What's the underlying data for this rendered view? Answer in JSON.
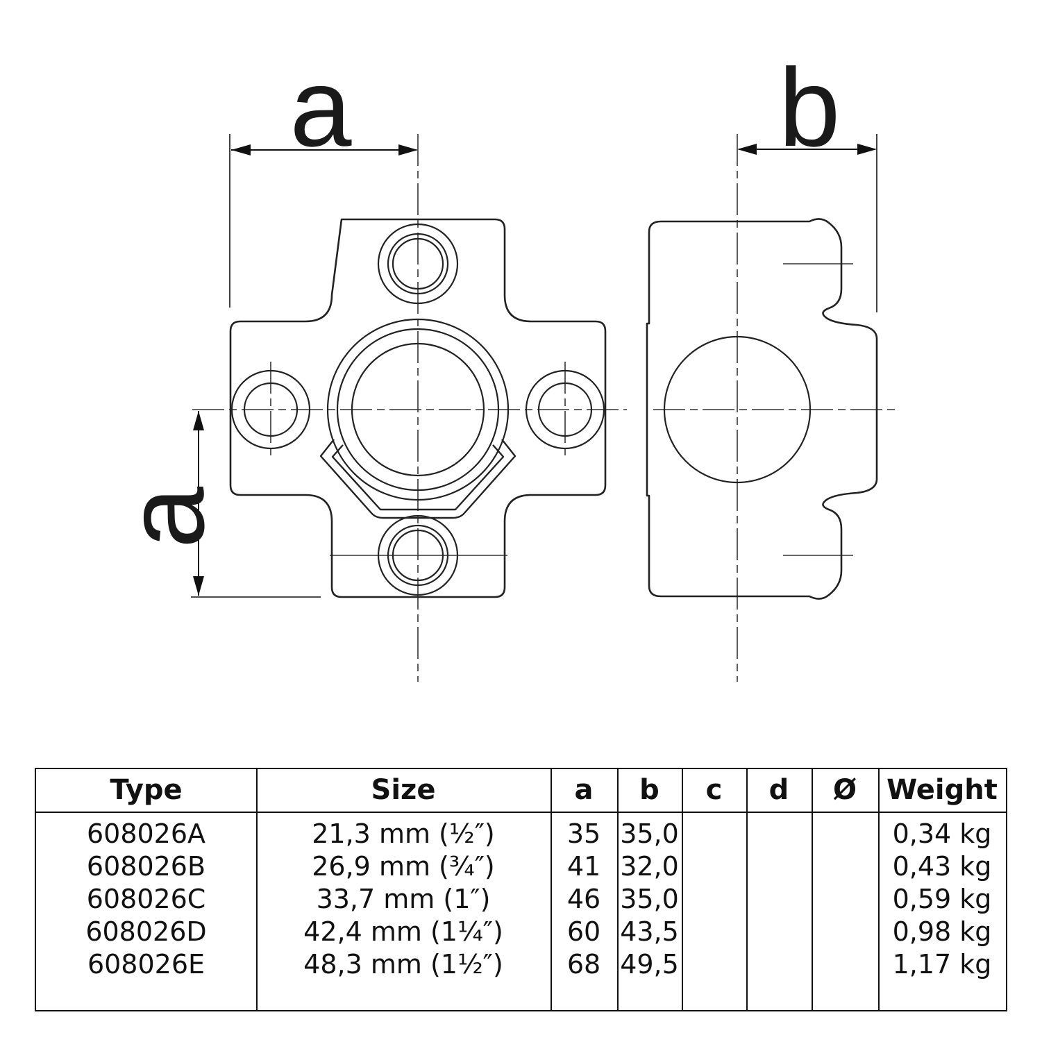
{
  "colors": {
    "line": "#222222",
    "thin_line": "#333333",
    "dim": "#111111",
    "background": "#ffffff"
  },
  "drawing": {
    "views": [
      "front-view-cross-fitting",
      "side-view-cross-fitting"
    ],
    "dim_labels": {
      "a_top": "a",
      "a_left": "a",
      "b_top": "b"
    }
  },
  "table": {
    "headers": {
      "type": "Type",
      "size": "Size",
      "a": "a",
      "b": "b",
      "c": "c",
      "d": "d",
      "diameter": "Ø",
      "weight": "Weight"
    },
    "rows": [
      {
        "type": "608026A",
        "size": "21,3 mm (½″)",
        "a": "35",
        "b": "35,0",
        "c": "",
        "d": "",
        "diameter": "",
        "weight": "0,34 kg"
      },
      {
        "type": "608026B",
        "size": "26,9 mm (¾″)",
        "a": "41",
        "b": "32,0",
        "c": "",
        "d": "",
        "diameter": "",
        "weight": "0,43 kg"
      },
      {
        "type": "608026C",
        "size": "33,7 mm (1″)",
        "a": "46",
        "b": "35,0",
        "c": "",
        "d": "",
        "diameter": "",
        "weight": "0,59 kg"
      },
      {
        "type": "608026D",
        "size": "42,4 mm (1¼″)",
        "a": "60",
        "b": "43,5",
        "c": "",
        "d": "",
        "diameter": "",
        "weight": "0,98 kg"
      },
      {
        "type": "608026E",
        "size": "48,3 mm (1½″)",
        "a": "68",
        "b": "49,5",
        "c": "",
        "d": "",
        "diameter": "",
        "weight": "1,17 kg"
      }
    ]
  }
}
